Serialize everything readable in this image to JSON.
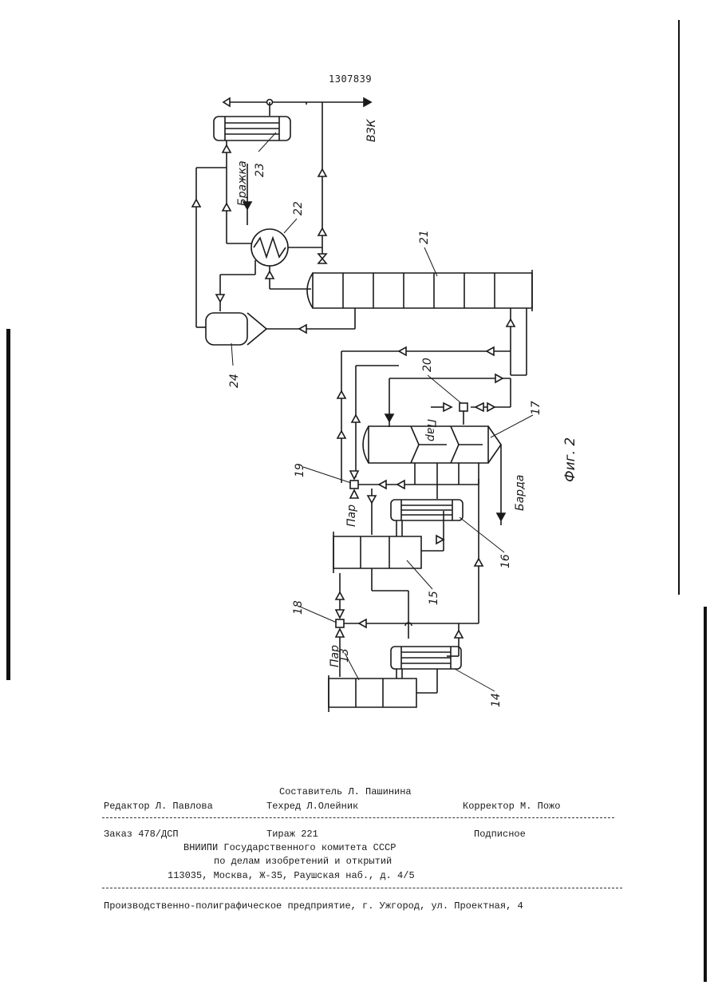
{
  "patent_number": "1307839",
  "figure_caption": "Фиг. 2",
  "scheme": {
    "flow_labels": {
      "vzk": "ВЗК",
      "brazhka": "Бражка",
      "par_20": "Пар",
      "par_19": "Пар",
      "par_18": "Пар",
      "barda": "Барда"
    },
    "component_numbers": {
      "n13": "13",
      "n14": "14",
      "n15": "15",
      "n16": "16",
      "n17": "17",
      "n18": "18",
      "n19": "19",
      "n20": "20",
      "n21": "21",
      "n22": "22",
      "n23": "23",
      "n24": "24"
    }
  },
  "imprint": {
    "compiler": "Составитель Л. Пашинина",
    "editor": "Редактор Л. Павлова",
    "techred": "Техред Л.Олейник",
    "corrector": "Корректор М. Пожо",
    "order": "Заказ 478/ДСП",
    "circulation": "Тираж 221",
    "subscription": "Подписное",
    "org_line1": "ВНИИПИ Государственного комитета СССР",
    "org_line2": "по делам изобретений и открытий",
    "org_address": "113035, Москва, Ж-35, Раушская наб., д. 4/5",
    "printer": "Производственно-полиграфическое предприятие, г. Ужгород, ул. Проектная, 4"
  }
}
